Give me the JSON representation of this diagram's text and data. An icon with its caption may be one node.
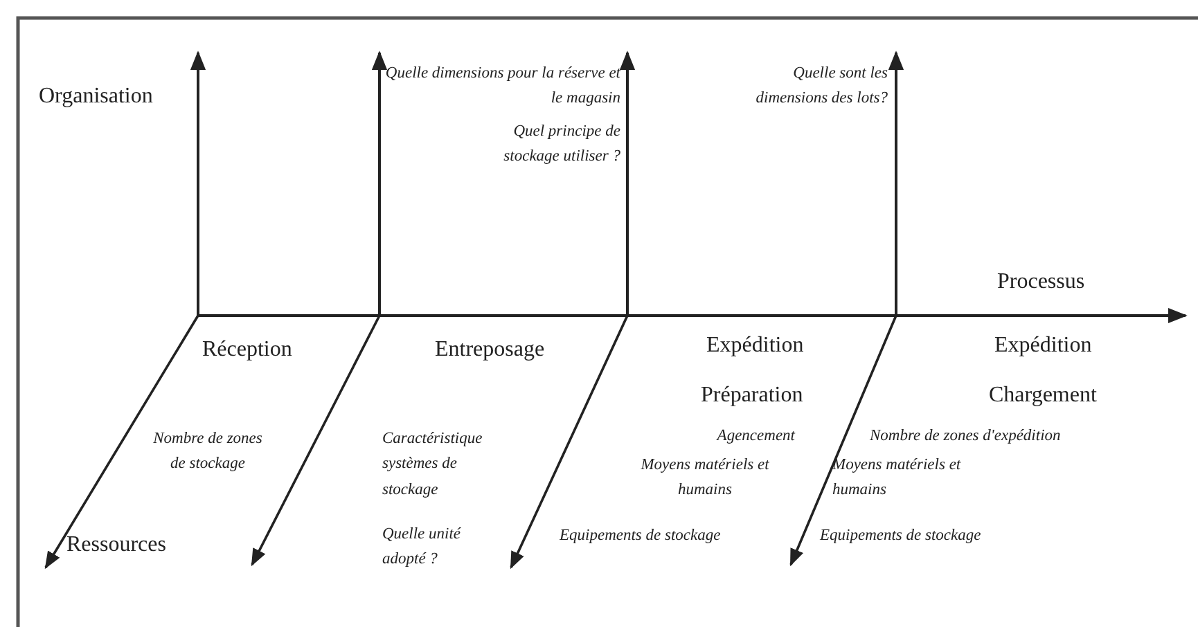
{
  "diagram": {
    "labels": [
      "Organisation",
      "Quelle dimensions pour la réserve et le magasin",
      "Quel principe de stockage utiliser ?",
      "Quelle sont les dimensions des lots?",
      "Processus",
      "Réception",
      "Entreposage",
      "Expédition",
      "Préparation",
      "Expédition",
      "Chargement",
      "Nombre de zones de stockage",
      "Caractéristique systèmes de stockage",
      "Agencement",
      "Nombre de zones d'expédition",
      "Moyens matériels et humains",
      "Moyens matériels et humains",
      "Ressources",
      "Quelle unité adopté ?",
      "Equipements de stockage",
      "Equipements de stockage"
    ]
  }
}
